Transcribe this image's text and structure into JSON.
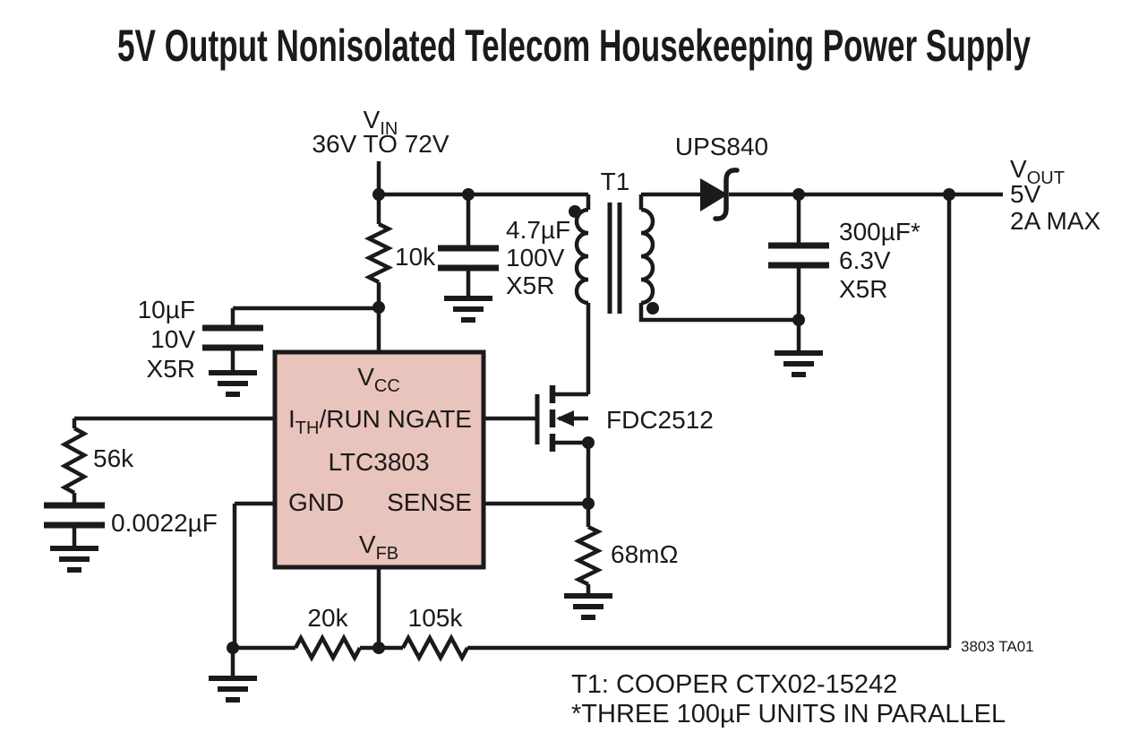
{
  "title": "5V Output Nonisolated Telecom Housekeeping Power Supply",
  "colors": {
    "ink": "#1a1a1a",
    "ic_fill": "#e9c4bc"
  },
  "vin": {
    "main": "V",
    "sub": "IN",
    "range": "36V TO 72V"
  },
  "vout": {
    "main": "V",
    "sub": "OUT",
    "voltage": "5V",
    "current": "2A MAX"
  },
  "ic": {
    "part": "LTC3803",
    "pin_vcc": {
      "main": "V",
      "sub": "CC"
    },
    "pin_ith": {
      "main": "I",
      "sub": "TH",
      "rest": "/RUN"
    },
    "pin_ngate": "NGATE",
    "pin_gnd": "GND",
    "pin_sense": "SENSE",
    "pin_vfb": {
      "main": "V",
      "sub": "FB"
    }
  },
  "components": {
    "r_vcc": "10k",
    "c_in": {
      "l1": "4.7µF",
      "l2": "100V",
      "l3": "X5R"
    },
    "c_vcc": {
      "l1": "10µF",
      "l2": "10V",
      "l3": "X5R"
    },
    "r_comp": "56k",
    "c_comp": "0.0022µF",
    "transformer": "T1",
    "diode": "UPS840",
    "c_out": {
      "l1": "300µF*",
      "l2": "6.3V",
      "l3": "X5R"
    },
    "mosfet": "FDC2512",
    "r_sense": "68mΩ",
    "r_fb1": "20k",
    "r_fb2": "105k"
  },
  "notes": {
    "ref": "3803 TA01",
    "note1": "T1: COOPER CTX02-15242",
    "note2": "*THREE 100µF UNITS IN PARALLEL"
  }
}
